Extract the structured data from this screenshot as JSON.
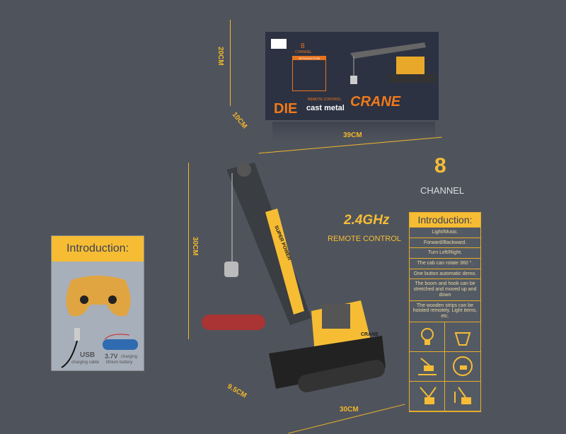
{
  "box": {
    "subtitle": "REMOTE CONTROL",
    "die": "DIE",
    "cast": "cast metal",
    "crane": "CRANE",
    "channel_num": "8",
    "channel_label": "CHANNEL",
    "panel_title": "INTRODUCTION"
  },
  "dimensions": {
    "box_height": "20CM",
    "box_depth": "10CM",
    "box_width": "39CM",
    "crane_height": "30CM",
    "crane_depth": "9.5CM",
    "crane_length": "30CM"
  },
  "channel": {
    "number": "8",
    "label": "CHANNEL"
  },
  "frequency": {
    "value": "2.4GHz",
    "label": "REMOTE CONTROL"
  },
  "intro_right": {
    "title": "Introduction:",
    "items": [
      "Light/Music.",
      "Forward/Backward.",
      "Turn Left/Right.",
      "The cab can rotate 360 °.",
      "One button automatic demo.",
      "The boom and hook can be stretched and moved up and down",
      "The wooden strips can be hoisted remotely. Light items, etc."
    ],
    "icons": [
      "light-bulb-icon",
      "speaker-icon",
      "forward-backward-icon",
      "rotate-360-icon",
      "auto-demo-icon",
      "boom-hook-icon"
    ]
  },
  "intro_left": {
    "title": "Introduction:",
    "usb": "USB",
    "usb_sub": "charging cable",
    "battery": "3.7V",
    "battery_sub1": "charging",
    "battery_sub2": "lithium battery"
  },
  "crane_labels": {
    "boom": "SUPER POWER",
    "cab": "CRANE"
  },
  "colors": {
    "background": "#4f545c",
    "accent": "#f6bd34"
  }
}
